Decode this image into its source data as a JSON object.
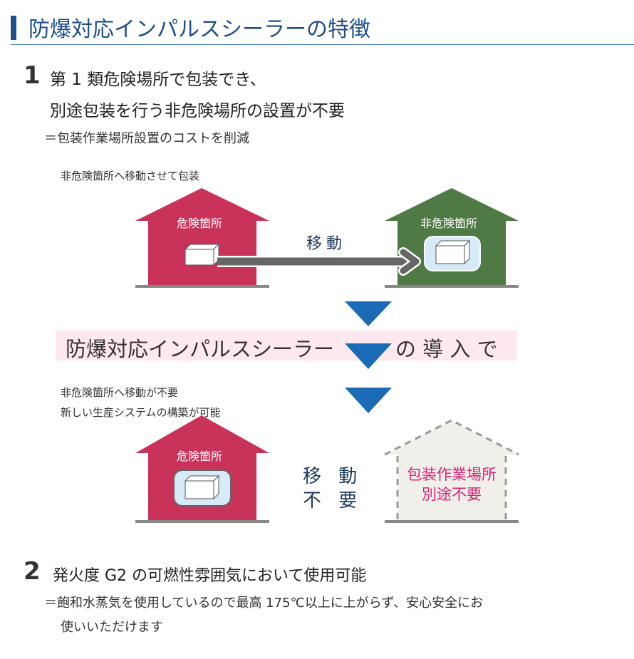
{
  "title": "防爆対応インパルスシーラーの特徴",
  "feature1": {
    "number": "1",
    "line1": "第 1 類危険場所で包装でき、",
    "line2": "別途包装を行う非危険場所の設置が不要",
    "sub": "＝包装作業場所設置のコストを削減"
  },
  "diagram": {
    "before_note": "非危険箇所へ移動させて包装",
    "danger_label": "危険箇所",
    "safe_label": "非危険箇所",
    "move_label": "移動",
    "band_left": "防爆対応インパルスシーラー",
    "band_right": "の 導 入 で",
    "after_note1": "非危険箇所へ移動が不要",
    "after_note2": "新しい生産システムの構築が可能",
    "danger_label2": "危険箇所",
    "no_move1": "移 動",
    "no_move2": "不 要",
    "ghost_line1": "包装作業場所",
    "ghost_line2": "別途不要",
    "colors": {
      "danger": "#c9335a",
      "safe": "#4f7a45",
      "arrow": "#1a6ab5",
      "band": "#fde8ef",
      "accent": "#d6247a"
    }
  },
  "feature2": {
    "number": "2",
    "line1": "発火度 G2 の可燃性雰囲気において使用可能",
    "sub1": "＝飽和水蒸気を使用しているので最高 175℃以上に上がらず、安心安全にお",
    "sub2": "使いいただけます"
  }
}
